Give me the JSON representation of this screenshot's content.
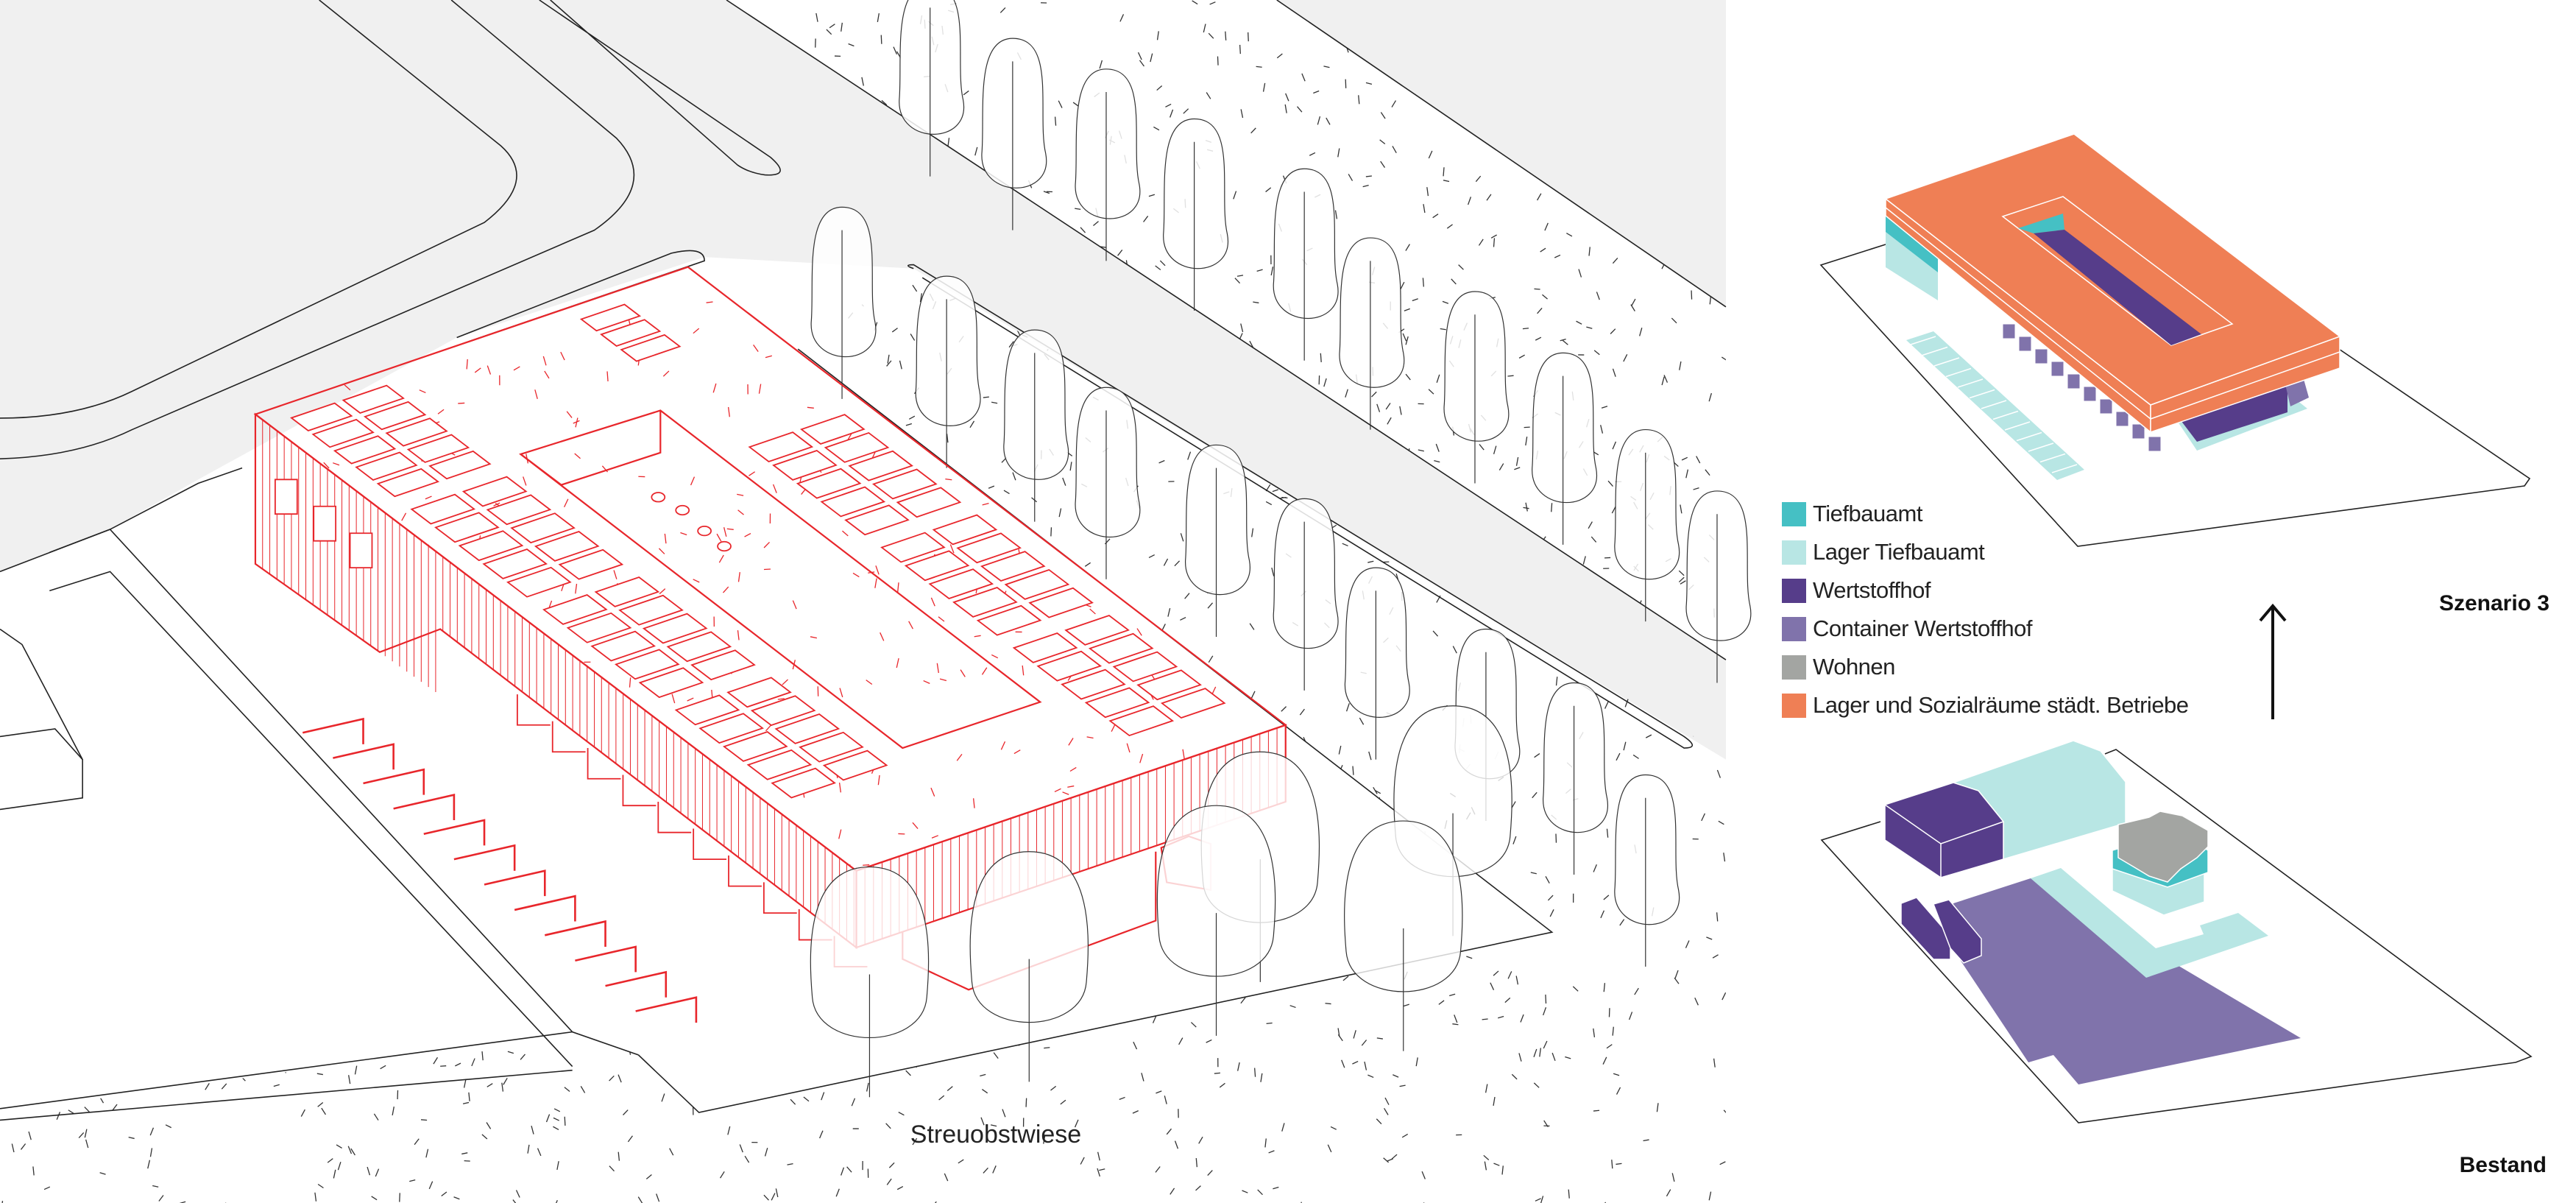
{
  "site_plan": {
    "label": "Streuobstwiese",
    "accent_color": "#e8262b"
  },
  "legend": {
    "items": [
      {
        "label": "Tiefbauamt",
        "color": "#45c0c4"
      },
      {
        "label": "Lager Tiefbauamt",
        "color": "#b8e6e4"
      },
      {
        "label": "Wertstoffhof",
        "color": "#563d8a"
      },
      {
        "label": "Container Wertstoffhof",
        "color": "#8073ab"
      },
      {
        "label": "Wohnen",
        "color": "#a3a5a2"
      },
      {
        "label": "Lager und Sozialräume städt. Betriebe",
        "color": "#ef7f55"
      }
    ]
  },
  "scenarios": {
    "top_label": "Szenario 3",
    "bottom_label": "Bestand",
    "arrow_icon": "arrow-up-icon"
  }
}
